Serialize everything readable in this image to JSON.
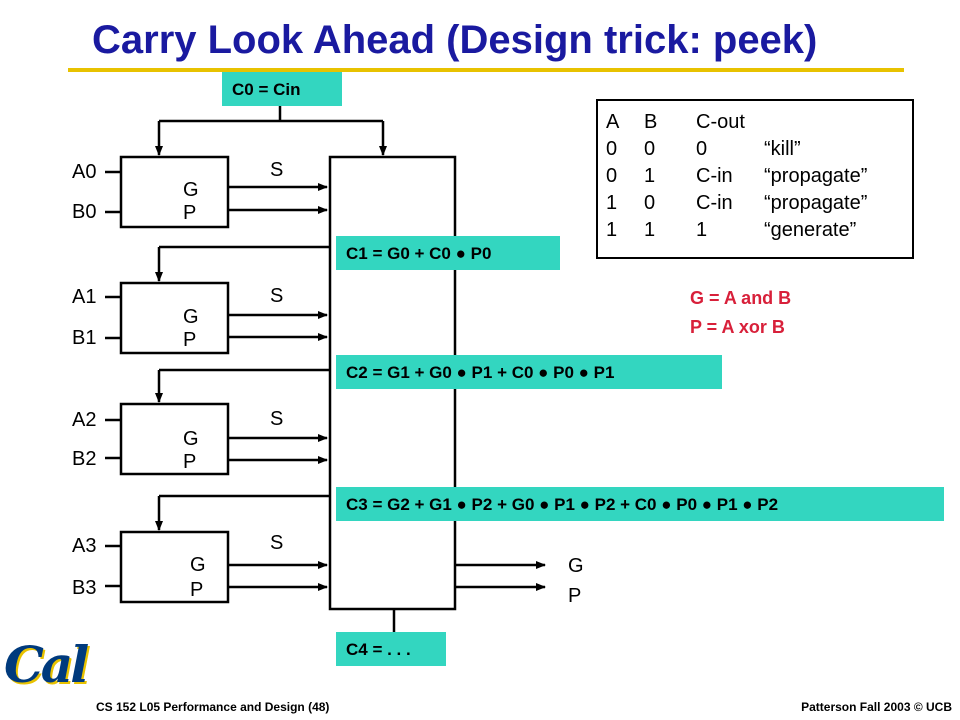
{
  "title": "Carry Look Ahead (Design trick: peek)",
  "cin_label": "C0 = Cin",
  "bit_blocks": [
    {
      "a": "A0",
      "b": "B0",
      "s": "S",
      "g": "G",
      "p": "P"
    },
    {
      "a": "A1",
      "b": "B1",
      "s": "S",
      "g": "G",
      "p": "P"
    },
    {
      "a": "A2",
      "b": "B2",
      "s": "S",
      "g": "G",
      "p": "P"
    },
    {
      "a": "A3",
      "b": "B3",
      "s": "S",
      "g": "G",
      "p": "P"
    }
  ],
  "carry_equations": {
    "c1": "C1 = G0 + C0 ● P0",
    "c2": "C2 = G1 + G0 ● P1 + C0 ● P0 ● P1",
    "c3": "C3 = G2 + G1 ● P2 + G0 ● P1 ● P2 + C0 ● P0 ● P1 ● P2",
    "c4": "C4 = . . ."
  },
  "cla_outputs": {
    "g": "G",
    "p": "P"
  },
  "truth_table": {
    "headers": [
      "A",
      "B",
      "C-out",
      ""
    ],
    "rows": [
      [
        "0",
        "0",
        "0",
        "“kill”"
      ],
      [
        "0",
        "1",
        "C-in",
        "“propagate”"
      ],
      [
        "1",
        "0",
        "C-in",
        "“propagate”"
      ],
      [
        "1",
        "1",
        "1",
        "“generate”"
      ]
    ]
  },
  "definitions": {
    "g": "G = A and B",
    "p": "P = A xor B"
  },
  "footer": {
    "left": "CS 152 L05 Performance and Design (48)",
    "right": "Patterson Fall 2003 © UCB"
  },
  "logo_text": "Cal",
  "colors": {
    "title": "#1a1aa0",
    "rule": "#e8c200",
    "teal": "#33d6c0",
    "red": "#d8203a",
    "logo": "#003a7d"
  }
}
